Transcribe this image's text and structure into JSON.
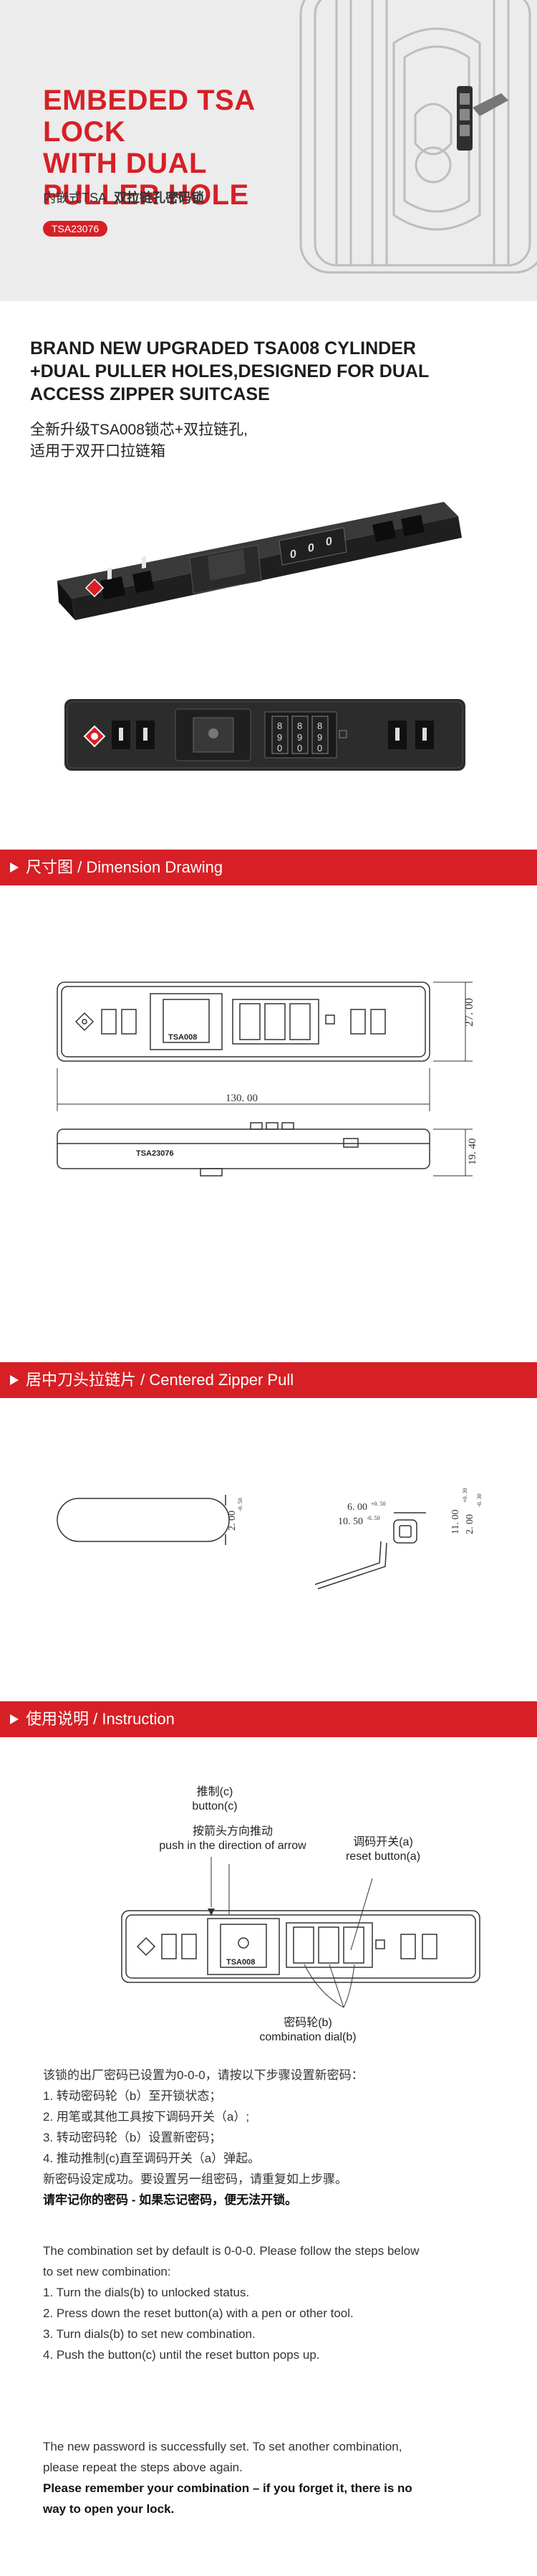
{
  "hero": {
    "title_lines": [
      "EMBEDED TSA LOCK",
      "WITH DUAL",
      "PULLER HOLE"
    ],
    "subtitle_prefix": "内嵌式TSA",
    "subtitle_bold": "双拉链孔密码锁",
    "model_code": "TSA23076"
  },
  "intro": {
    "title_lines": [
      "BRAND NEW UPGRADED TSA008 CYLINDER",
      "+DUAL PULLER HOLES,DESIGNED FOR DUAL",
      "ACCESS ZIPPER SUITCASE"
    ],
    "cn_lines": [
      "全新升级TSA008锁芯+双拉链孔,",
      "适用于双开口拉链箱"
    ]
  },
  "sections": {
    "dimension": "尺寸图 / Dimension Drawing",
    "zipper": "居中刀头拉链片 / Centered Zipper Pull",
    "instruction": "使用说明 / Instruction"
  },
  "dimension_drawing": {
    "width_label": "130. 00",
    "height_label": "27. 00",
    "depth_label": "19. 40",
    "lock_text": "TSA008",
    "side_text": "TSA23076"
  },
  "zipper_pull": {
    "thick_label": "2. 00",
    "thick_tol": "-0. 50",
    "width_label": "6. 00",
    "width_tol": "+0. 50",
    "hole_label": "10. 50",
    "hole_tol": "-0. 50",
    "height_label": "11. 00",
    "height_tol": "+0. 30",
    "small_label": "2. 00",
    "small_tol": "-0. 30"
  },
  "instruction_diagram": {
    "button_c": [
      "推制(c)",
      "button(c)"
    ],
    "push_arrow": [
      "按箭头方向推动",
      "push in the direction of arrow"
    ],
    "reset_a": [
      "调码开关(a)",
      "reset button(a)"
    ],
    "dial_b": [
      "密码轮(b)",
      "combination dial(b)"
    ],
    "lock_text": "TSA008"
  },
  "instructions_cn": {
    "intro": "该锁的出厂密码已设置为0-0-0，请按以下步骤设置新密码：",
    "steps": [
      "1.   转动密码轮（b）至开锁状态；",
      "2.   用笔或其他工具按下调码开关（a）;",
      "3.    转动密码轮（b）设置新密码；",
      "4.   推动推制(c)直至调码开关（a）弹起。"
    ],
    "done": "新密码设定成功。要设置另一组密码，请重复如上步骤。",
    "warning": "请牢记你的密码 - 如果忘记密码，便无法开锁。"
  },
  "instructions_en": {
    "intro_lines": [
      "The combination set by default is 0-0-0. Please follow the steps below",
      "to set new combination:"
    ],
    "steps": [
      "1. Turn the dials(b) to unlocked status.",
      "2. Press down the reset button(a) with a pen or other tool.",
      "3. Turn dials(b) to set new combination.",
      "4. Push the button(c) until the reset button pops up."
    ],
    "done_lines": [
      "The new password is successfully set. To set another combination,",
      "please repeat the steps above again."
    ],
    "warning_lines": [
      "Please remember your combination – if you forget it, there is no",
      "way to open your lock."
    ]
  },
  "colors": {
    "accent": "#d62026",
    "hero_bg": "#ececec",
    "lock_body": "#2b2b2b"
  }
}
